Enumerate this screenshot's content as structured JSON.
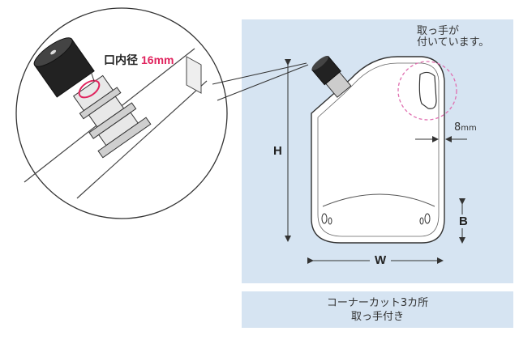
{
  "panel": {
    "handle_note_line1": "取っ手が",
    "handle_note_line2": "付いています。",
    "thickness_value": "8",
    "thickness_unit": "mm",
    "dim_height": "H",
    "dim_width": "W",
    "dim_bottom": "B"
  },
  "zoom": {
    "diameter_label": "口内径",
    "diameter_value": "16mm"
  },
  "caption": {
    "line1": "コーナーカット3カ所",
    "line2": "取っ手付き"
  },
  "colors": {
    "panel_bg": "#d6e4f2",
    "accent": "#e0245e",
    "line": "#333333"
  }
}
